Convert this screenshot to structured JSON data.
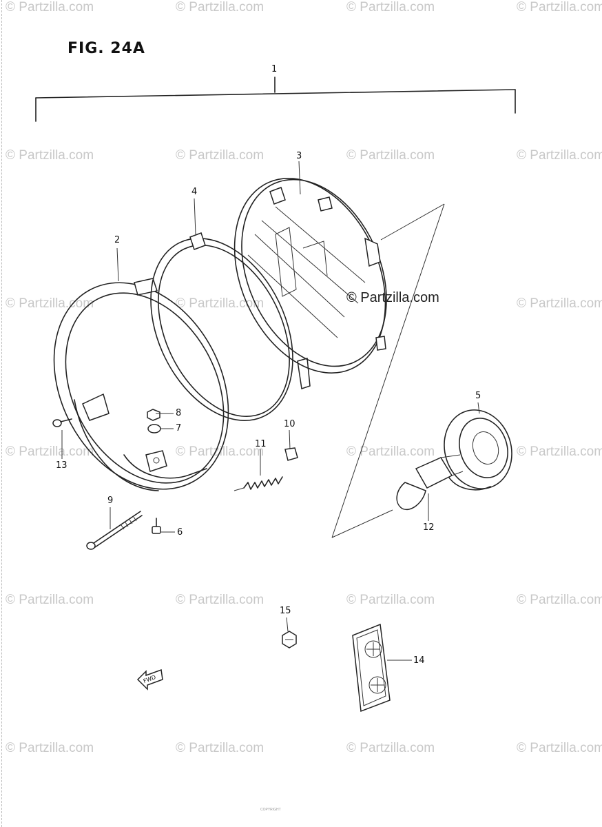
{
  "figure": {
    "title": "FIG. 24A"
  },
  "watermark": {
    "text": "© Partzilla.com",
    "center_text": "© Partzilla.com"
  },
  "callouts": {
    "c1": "1",
    "c2": "2",
    "c3": "3",
    "c4": "4",
    "c5": "5",
    "c6": "6",
    "c7": "7",
    "c8": "8",
    "c9": "9",
    "c10": "10",
    "c11": "11",
    "c12": "12",
    "c13": "13",
    "c14": "14",
    "c15": "15"
  },
  "arrow": {
    "label": "FWD"
  },
  "footer": {
    "note": "COPYRIGHT"
  }
}
